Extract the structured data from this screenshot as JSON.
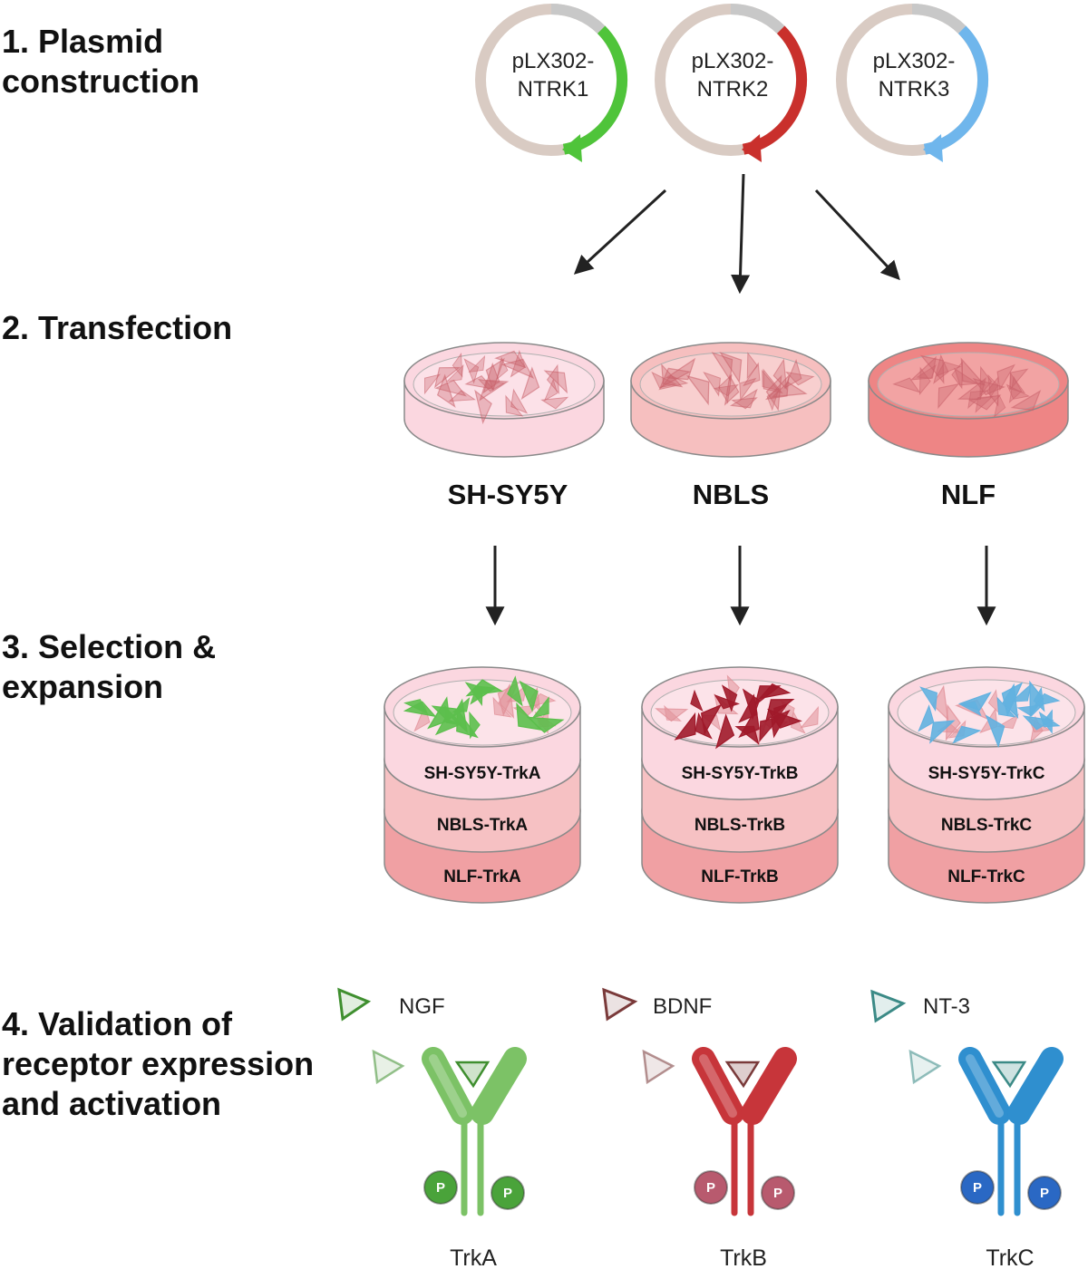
{
  "steps": [
    {
      "lines": [
        "1. Plasmid",
        "construction"
      ]
    },
    {
      "lines": [
        "2. Transfection"
      ]
    },
    {
      "lines": [
        "3. Selection &",
        "expansion"
      ]
    },
    {
      "lines": [
        "4. Validation of",
        "receptor expression",
        "and activation"
      ]
    }
  ],
  "plasmids": [
    {
      "line1": "pLX302-",
      "line2": "NTRK1",
      "color": "#4fc43a"
    },
    {
      "line1": "pLX302-",
      "line2": "NTRK2",
      "color": "#c9302c"
    },
    {
      "line1": "pLX302-",
      "line2": "NTRK3",
      "color": "#6fb6ec"
    }
  ],
  "cell_lines": [
    {
      "name": "SH-SY5Y",
      "medium": "#fbd7e0"
    },
    {
      "name": "NBLS",
      "medium": "#f6bfbf"
    },
    {
      "name": "NLF",
      "medium": "#ee8585"
    }
  ],
  "stacks": [
    {
      "dishes": [
        "SH-SY5Y-TrkA",
        "NBLS-TrkA",
        "NLF-TrkA"
      ],
      "cell_color": "#5cbf4c"
    },
    {
      "dishes": [
        "SH-SY5Y-TrkB",
        "NBLS-TrkB",
        "NLF-TrkB"
      ],
      "cell_color": "#a0192a"
    },
    {
      "dishes": [
        "SH-SY5Y-TrkC",
        "NBLS-TrkC",
        "NLF-TrkC"
      ],
      "cell_color": "#62b1e0"
    }
  ],
  "ligands": [
    {
      "label": "NGF",
      "color": "#3f8f2f"
    },
    {
      "label": "BDNF",
      "color": "#7a3a3a"
    },
    {
      "label": "NT-3",
      "color": "#3b8a86"
    }
  ],
  "receptors": [
    {
      "label": "TrkA",
      "color": "#7cc266",
      "phospho": "P",
      "phospho_color": "#4aa33a"
    },
    {
      "label": "TrkB",
      "color": "#c7353a",
      "phospho": "P",
      "phospho_color": "#b85a6e"
    },
    {
      "label": "TrkC",
      "color": "#2f8fcf",
      "phospho": "P",
      "phospho_color": "#2a68c4"
    }
  ]
}
